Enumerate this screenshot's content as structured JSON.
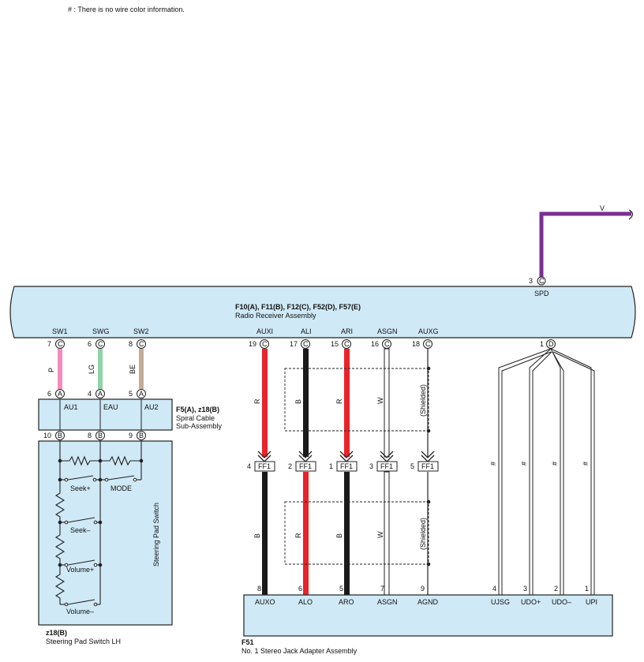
{
  "note": "# : There is no wire color information.",
  "spd_wire": {
    "color_label": "V",
    "pin": "3",
    "conn": "C",
    "name": "SPD",
    "color": "#7a2f91"
  },
  "radio": {
    "title": "F10(A), F11(B), F12(C), F52(D), F57(E)",
    "subtitle": "Radio Receiver Assembly",
    "pins": [
      {
        "name": "SW1",
        "pin": "7",
        "conn": "C"
      },
      {
        "name": "SWG",
        "pin": "6",
        "conn": "C"
      },
      {
        "name": "SW2",
        "pin": "8",
        "conn": "C"
      },
      {
        "name": "AUXI",
        "pin": "19",
        "conn": "C"
      },
      {
        "name": "ALI",
        "pin": "17",
        "conn": "C"
      },
      {
        "name": "ARI",
        "pin": "15",
        "conn": "C"
      },
      {
        "name": "ASGN",
        "pin": "16",
        "conn": "C"
      },
      {
        "name": "AUXG",
        "pin": "18",
        "conn": "C"
      },
      {
        "name": "",
        "pin": "1",
        "conn": "D"
      }
    ]
  },
  "spiral": {
    "title": "F5(A), z18(B)",
    "line1": "Spiral Cable",
    "line2": "Sub-Assembly",
    "top_pins": [
      {
        "pin": "6",
        "conn": "A",
        "name": "AU1"
      },
      {
        "pin": "4",
        "conn": "A",
        "name": "EAU"
      },
      {
        "pin": "5",
        "conn": "A",
        "name": "AU2"
      }
    ],
    "bottom_pins": [
      {
        "pin": "10",
        "conn": "B"
      },
      {
        "pin": "8",
        "conn": "B"
      },
      {
        "pin": "9",
        "conn": "B"
      }
    ]
  },
  "wires_upper": [
    {
      "label": "P",
      "color": "#f48cc0"
    },
    {
      "label": "LG",
      "color": "#8fd3a8"
    },
    {
      "label": "BE",
      "color": "#c4ad96"
    }
  ],
  "steering": {
    "vertical_label": "Steering Pad Switch",
    "switches": [
      "Seek+",
      "MODE",
      "Seek–",
      "Volume+",
      "Volume–"
    ],
    "conn_title": "z18(B)",
    "conn_name": "Steering Pad Switch LH"
  },
  "audio_wires": [
    {
      "upper_label": "R",
      "lower_label": "B",
      "upper_color": "#e8232a",
      "lower_color": "#1a1a1a",
      "ff_pin": "4",
      "ff": "FF1",
      "jack_pin": "8",
      "jack_name": "AUXO"
    },
    {
      "upper_label": "B",
      "lower_label": "R",
      "upper_color": "#1a1a1a",
      "lower_color": "#e8232a",
      "ff_pin": "2",
      "ff": "FF1",
      "jack_pin": "6",
      "jack_name": "ALO"
    },
    {
      "upper_label": "R",
      "lower_label": "B",
      "upper_color": "#e8232a",
      "lower_color": "#1a1a1a",
      "ff_pin": "1",
      "ff": "FF1",
      "jack_pin": "5",
      "jack_name": "ARO"
    },
    {
      "upper_label": "W",
      "lower_label": "W",
      "upper_color": "#ffffff",
      "lower_color": "#ffffff",
      "ff_pin": "3",
      "ff": "FF1",
      "jack_pin": "7",
      "jack_name": "ASGN"
    },
    {
      "upper_label": "(Shielded)",
      "lower_label": "(Shielded)",
      "upper_color": "",
      "lower_color": "",
      "ff_pin": "5",
      "ff": "FF1",
      "jack_pin": "9",
      "jack_name": "AGND"
    }
  ],
  "d_wires": [
    {
      "label": "#",
      "jack_pin": "4",
      "jack_name": "UJSG"
    },
    {
      "label": "#",
      "jack_pin": "3",
      "jack_name": "UDO+"
    },
    {
      "label": "#",
      "jack_pin": "2",
      "jack_name": "UDO–"
    },
    {
      "label": "#",
      "jack_pin": "1",
      "jack_name": "UPI"
    }
  ],
  "jack": {
    "conn_title": "F51",
    "conn_name": "No. 1 Stereo Jack Adapter Assembly"
  },
  "colors": {
    "box_fill": "#cfe9f6",
    "line": "#222222"
  }
}
